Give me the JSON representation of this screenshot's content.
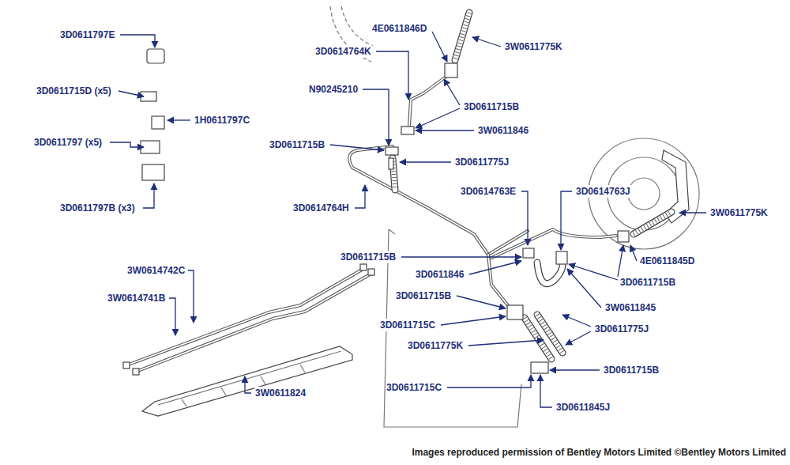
{
  "diagram": {
    "labels": [
      "3D0611797E",
      "3D0611715D (x5)",
      "1H0611797C",
      "3D0611797 (x5)",
      "3D0611797B (x3)",
      "4E0611846D",
      "3W0611775K",
      "3D0614764K",
      "N90245210",
      "3D0611715B",
      "3W0611846",
      "3D0611715B",
      "3D0611775J",
      "3D0614764H",
      "3D0614763E",
      "3D0614763J",
      "3W0611775K",
      "3D0611715B",
      "3D0611846",
      "3D0611715B",
      "4E0611845D",
      "3W0614742C",
      "3W0614741B",
      "3D0611715B",
      "3W0611845",
      "3D0611715C",
      "3D0611775J",
      "3D0611775K",
      "3W0611824",
      "3D0611715C",
      "3D0611715B",
      "3D0611845J",
      "Images reproduced permission of Bentley Motors Limited ©Bentley Motors Limited"
    ]
  }
}
